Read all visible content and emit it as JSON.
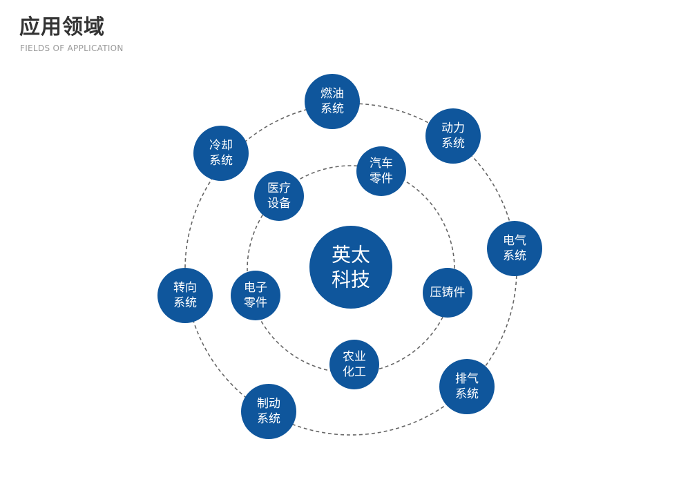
{
  "header": {
    "title": "应用领域",
    "subtitle": "FIELDS OF APPLICATION"
  },
  "colors": {
    "node_fill": "#0f569c",
    "ring_stroke": "#666666",
    "title_text": "#333333",
    "subtitle_text": "#999999"
  },
  "diagram": {
    "center": {
      "lines": [
        "英太",
        "科技"
      ]
    },
    "inner_ring": [
      {
        "id": "auto-parts",
        "lines": [
          "汽车",
          "零件"
        ]
      },
      {
        "id": "die-casting",
        "lines": [
          "压铸件"
        ]
      },
      {
        "id": "agri-chem",
        "lines": [
          "农业",
          "化工"
        ]
      },
      {
        "id": "electronic-parts",
        "lines": [
          "电子",
          "零件"
        ]
      },
      {
        "id": "medical-equipment",
        "lines": [
          "医疗",
          "设备"
        ]
      }
    ],
    "outer_ring": [
      {
        "id": "fuel-system",
        "lines": [
          "燃油",
          "系统"
        ]
      },
      {
        "id": "power-system",
        "lines": [
          "动力",
          "系统"
        ]
      },
      {
        "id": "electrical-system",
        "lines": [
          "电气",
          "系统"
        ]
      },
      {
        "id": "exhaust-system",
        "lines": [
          "排气",
          "系统"
        ]
      },
      {
        "id": "brake-system",
        "lines": [
          "制动",
          "系统"
        ]
      },
      {
        "id": "steering-system",
        "lines": [
          "转向",
          "系统"
        ]
      },
      {
        "id": "cooling-system",
        "lines": [
          "冷却",
          "系统"
        ]
      }
    ]
  }
}
